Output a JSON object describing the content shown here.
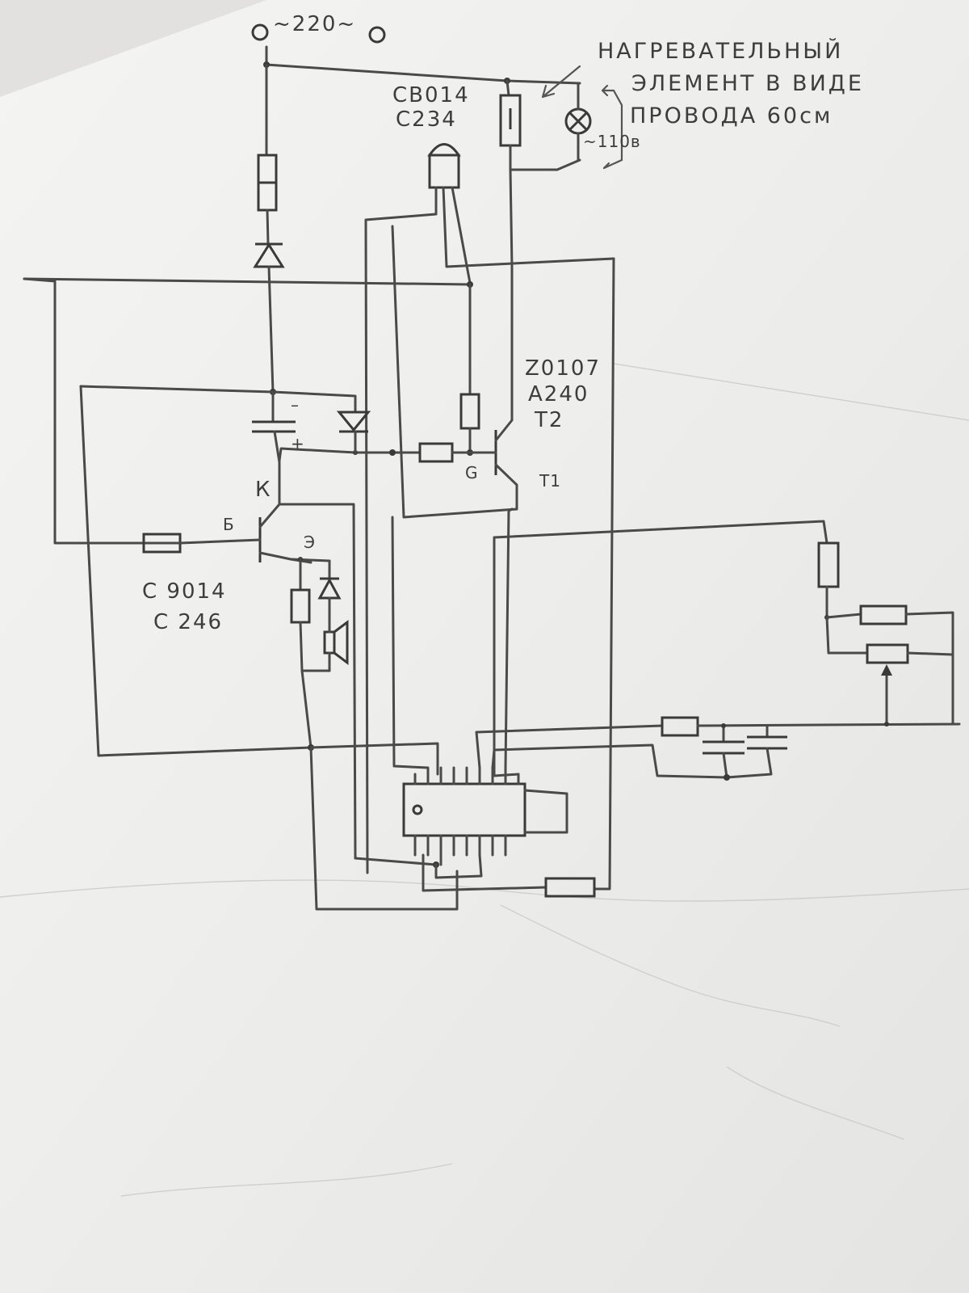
{
  "supply": {
    "voltage_label": "~220~"
  },
  "heater_note": {
    "line1": "НАГРЕВАТЕЛЬНЫЙ",
    "line2": "ЭЛЕМЕНТ В ВИДЕ",
    "line3": "ПРОВОДА 60см"
  },
  "lamp_label": "~110в",
  "sensor_transistor": {
    "line1": "СВ014",
    "line2": "С234"
  },
  "triac": {
    "line1": "Z0107",
    "line2": "A240",
    "line3": "T2",
    "gate": "G",
    "t1": "T1"
  },
  "driver_transistor": {
    "line1": "С 9014",
    "line2": "С 246",
    "collector": "К",
    "base": "Б",
    "emitter": "Э"
  },
  "capacitor_polarity": {
    "minus": "–",
    "plus": "+"
  }
}
